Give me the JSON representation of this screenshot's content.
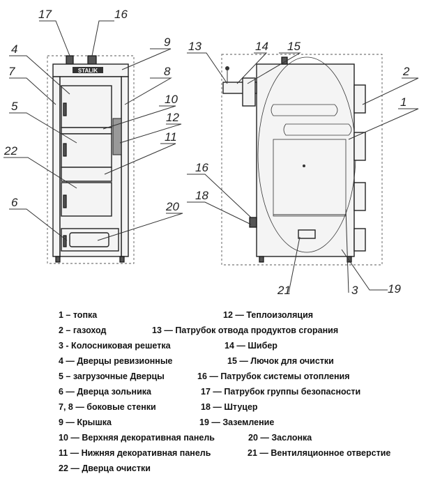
{
  "callouts": {
    "c17": "17",
    "c16a": "16",
    "c4": "4",
    "c9": "9",
    "c7": "7",
    "c8": "8",
    "c10": "10",
    "c5": "5",
    "c12": "12",
    "c22": "22",
    "c11": "11",
    "c6": "6",
    "c20": "20",
    "c13": "13",
    "c14": "14",
    "c15": "15",
    "c2": "2",
    "c1": "1",
    "c16b": "16",
    "c18": "18",
    "c21": "21",
    "c3": "3",
    "c19": "19"
  },
  "front_label": "STALIK",
  "legend": {
    "l1": "1 – топка",
    "l12": "12 — Теплоизоляция",
    "l2": "2 – газоход",
    "l13": "13 — Патрубок отвода продуктов сгорания",
    "l3": "3 - Колосниковая решетка",
    "l14": "14 — Шибер",
    "l4": "4 — Дверцы ревизионные",
    "l15": "15 — Лючок для очистки",
    "l5": "5 – загрузочные Дверцы",
    "l16": "16 — Патрубок системы отопления",
    "l6": "6 — Дверца зольника",
    "l17": "17 — Патрубок группы безопасности",
    "l78": "7, 8 — боковые стенки",
    "l18": "18 — Штуцер",
    "l9": "9 — Крышка",
    "l19": "19 — Заземление",
    "l10": "10 — Верхняя декоративная панель",
    "l20": "20 — Заслонка",
    "l11": "11 — Нижняя декоративная панель",
    "l21": "21 — Вентиляционное отверстие",
    "l22": "22 — Дверца очистки"
  }
}
